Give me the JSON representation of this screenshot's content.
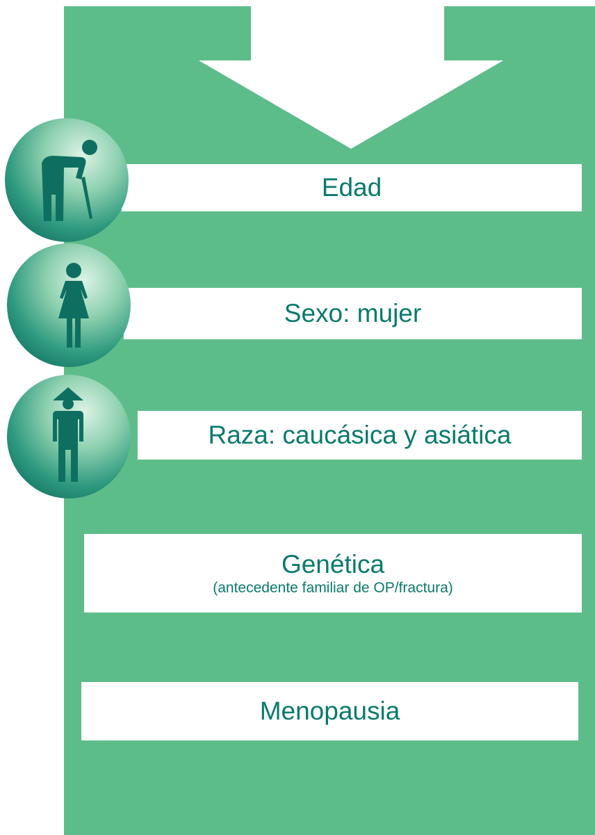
{
  "colors": {
    "panel": "#5dbd8a",
    "text": "#0a7a6d",
    "badge_dark": "#0e6f61",
    "badge_light": "#c9ebd9"
  },
  "factors": [
    {
      "label": "Edad",
      "icon": "elderly-person-with-cane-icon"
    },
    {
      "label": "Sexo: mujer",
      "icon": "woman-icon"
    },
    {
      "label": "Raza: caucásica y asiática",
      "icon": "person-with-conical-hat-icon"
    },
    {
      "label": "Genética",
      "sublabel": "(antecedente familiar de OP/fractura)"
    },
    {
      "label": "Menopausia"
    }
  ]
}
